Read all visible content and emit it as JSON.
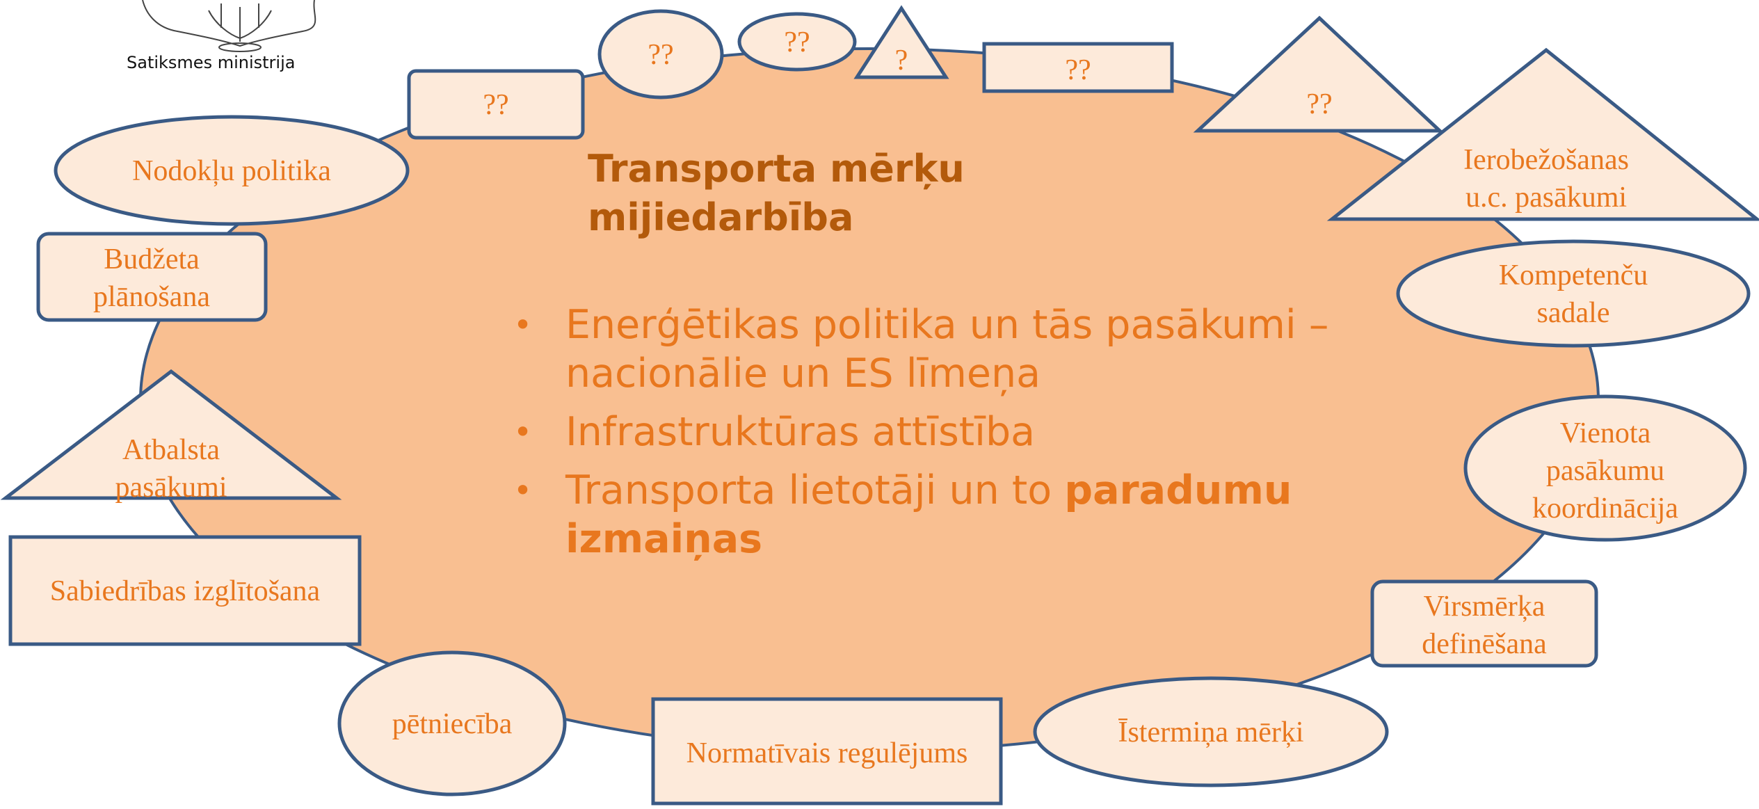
{
  "slide": {
    "logo_caption": "Satiksmes ministrija",
    "title_line1": "Transporta mērķu",
    "title_line2": "mijiedarbība",
    "bullets": [
      {
        "line1": "Enerģētikas politika un tās pasākumi –",
        "line2": "nacionālie un ES līmeņa"
      },
      {
        "line1": "Infrastruktūras attīstība"
      },
      {
        "line1_plain": "Transporta lietotāji un to ",
        "line1_bold": "paradumu",
        "line2_bold": "izmaiņas"
      }
    ]
  },
  "shapes": {
    "q_rect_left": "??",
    "q_ellipse_1": "??",
    "q_ellipse_2": "??",
    "q_triangle_small": "?",
    "q_rect_right": "??",
    "q_triangle_right": "??",
    "ierobezosanas": [
      "Ierobežošanas",
      "u.c. pasākumi"
    ],
    "kompetencu": [
      "Kompetenču",
      "sadale"
    ],
    "vienota": [
      "Vienota",
      "pasākumu",
      "koordinācija"
    ],
    "virsmerka": [
      "Virsmērķa",
      "definēšana"
    ],
    "istermina": "Īstermiņa mērķi",
    "normativais": "Normatīvais regulējums",
    "petnieciba": "pētniecība",
    "sabiedribas": "Sabiedrības izglītošana",
    "atbalsta": [
      "Atbalsta",
      "pasākumi"
    ],
    "budzeta": [
      "Budžeta",
      "plānošana"
    ],
    "nodoklu": "Nodokļu politika"
  },
  "colors": {
    "center_fill": "#F9BF91",
    "shape_fill": "#FDEADA",
    "shape_stroke": "#3A5A85",
    "shape_text": "#E8771E",
    "title_text": "#B35A0B"
  }
}
